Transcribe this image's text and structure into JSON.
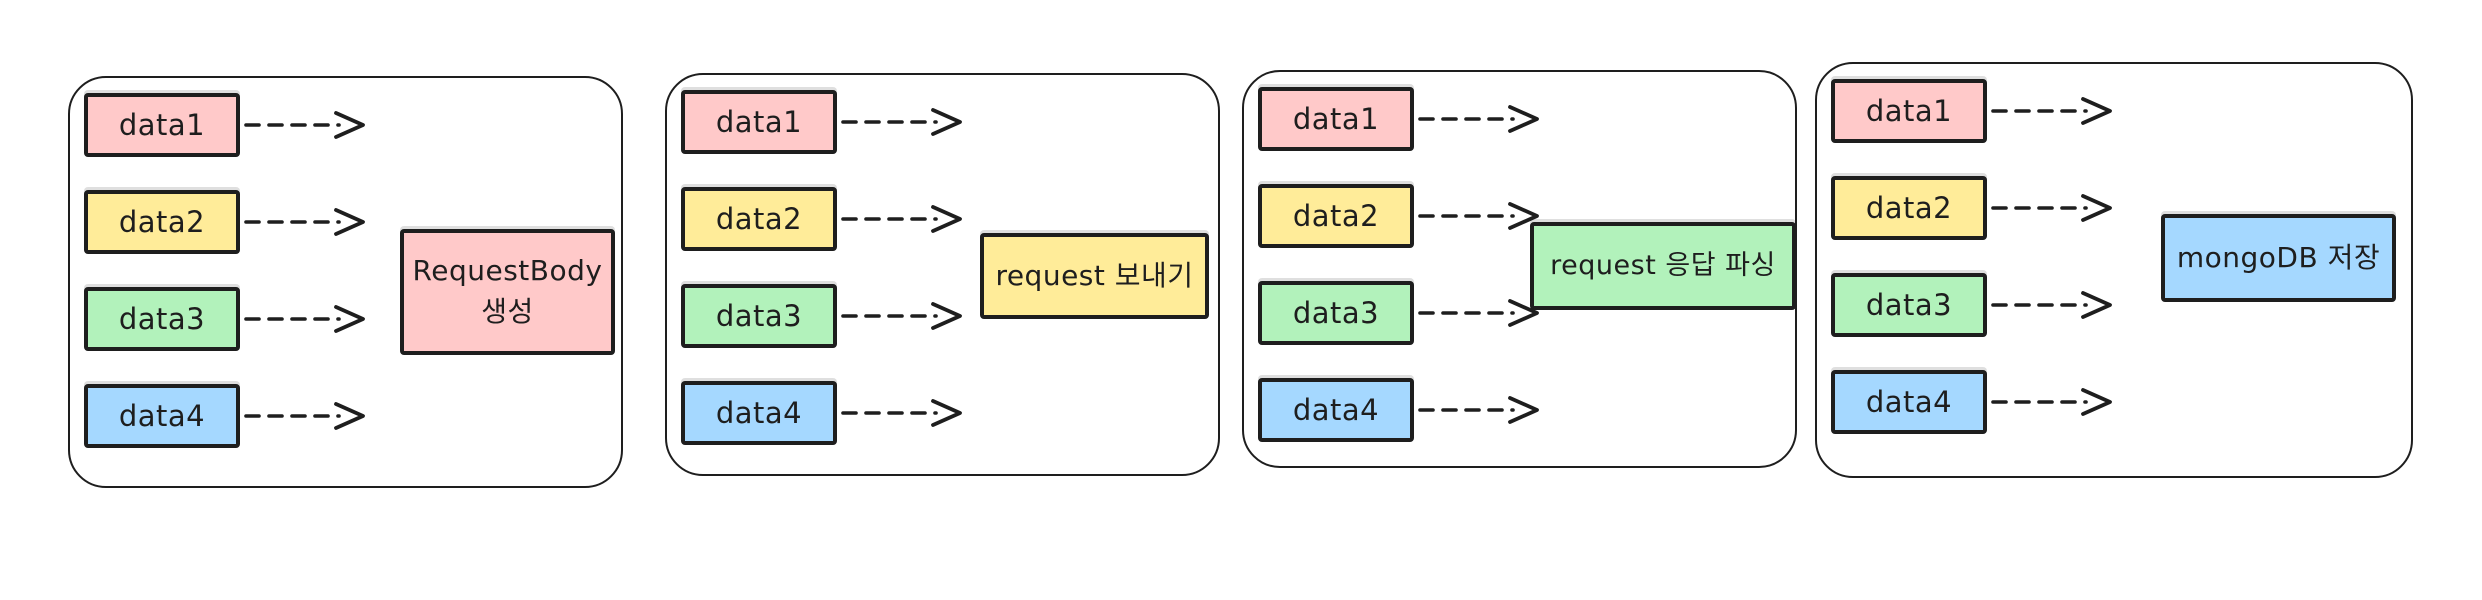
{
  "diagram": {
    "type": "flow-steps",
    "background": "#ffffff",
    "stroke": "#1e1e1e",
    "palette": {
      "pink": "#ffc9c9",
      "yellow": "#ffec99",
      "green": "#b2f2bb",
      "blue": "#a5d8ff"
    },
    "panels": [
      {
        "step": 1,
        "inputs": [
          {
            "label": "data1",
            "color": "pink"
          },
          {
            "label": "data2",
            "color": "yellow"
          },
          {
            "label": "data3",
            "color": "green"
          },
          {
            "label": "data4",
            "color": "blue"
          }
        ],
        "process": {
          "label": "RequestBody 생성",
          "line1": "RequestBody",
          "line2": "생성",
          "color": "pink"
        }
      },
      {
        "step": 2,
        "inputs": [
          {
            "label": "data1",
            "color": "pink"
          },
          {
            "label": "data2",
            "color": "yellow"
          },
          {
            "label": "data3",
            "color": "green"
          },
          {
            "label": "data4",
            "color": "blue"
          }
        ],
        "process": {
          "label": "request 보내기",
          "line1": "request 보내기",
          "line2": "",
          "color": "yellow"
        }
      },
      {
        "step": 3,
        "inputs": [
          {
            "label": "data1",
            "color": "pink"
          },
          {
            "label": "data2",
            "color": "yellow"
          },
          {
            "label": "data3",
            "color": "green"
          },
          {
            "label": "data4",
            "color": "blue"
          }
        ],
        "process": {
          "label": "request 응답 파싱",
          "line1": "request 응답 파싱",
          "line2": "",
          "color": "green"
        }
      },
      {
        "step": 4,
        "inputs": [
          {
            "label": "data1",
            "color": "pink"
          },
          {
            "label": "data2",
            "color": "yellow"
          },
          {
            "label": "data3",
            "color": "green"
          },
          {
            "label": "data4",
            "color": "blue"
          }
        ],
        "process": {
          "label": "mongoDB 저장",
          "line1": "mongoDB 저장",
          "line2": "",
          "color": "blue"
        }
      }
    ]
  }
}
